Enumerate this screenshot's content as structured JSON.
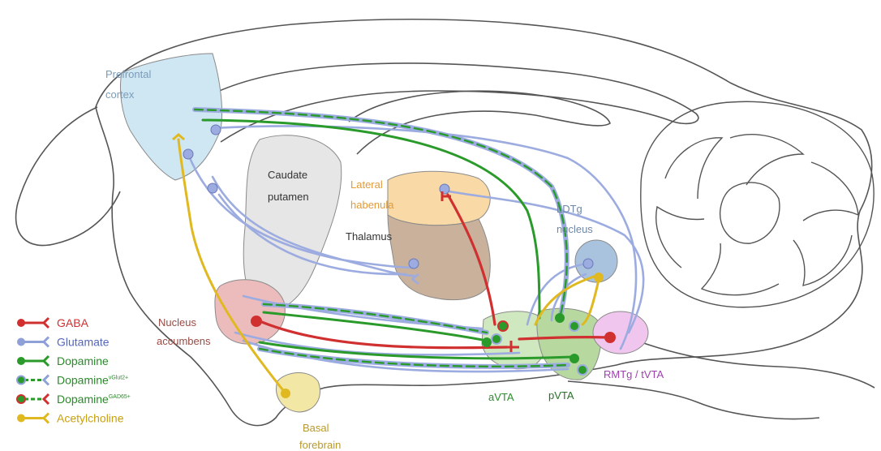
{
  "regions": {
    "prefrontal": [
      "Prefrontal",
      "cortex"
    ],
    "caudate": [
      "Caudate",
      "putamen"
    ],
    "lateral_habenula": [
      "Lateral",
      "habenula"
    ],
    "thalamus": "Thalamus",
    "ldtg": [
      "LDTg",
      "nucleus"
    ],
    "nucleus_accumbens": [
      "Nucleus",
      "accumbens"
    ],
    "basal_forebrain": [
      "Basal",
      "forebrain"
    ],
    "avta": "aVTA",
    "pvta": "pVTA",
    "rmtg": "RMTg / tVTA"
  },
  "region_colors": {
    "prefrontal": "#cfe6f3",
    "caudate": "#e6e6e6",
    "lateral_habenula": "#f9d9a6",
    "thalamus": "#c9b19b",
    "ldtg": "#a9c3de",
    "nucleus_accumbens": "#ecbcbd",
    "basal_forebrain": "#f3e7a6",
    "avta": "#cfe8bf",
    "pvta": "#b7d9a0",
    "rmtg": "#f0c6ee"
  },
  "label_colors": {
    "prefrontal": "#7a9cb8",
    "caudate": "#333333",
    "lateral_habenula": "#e19b3a",
    "thalamus": "#333333",
    "ldtg": "#6f88a8",
    "nucleus_accumbens": "#9a4a44",
    "basal_forebrain": "#b89a2c",
    "avta": "#2e8b2e",
    "pvta": "#2a6f2a",
    "rmtg": "#a040b0"
  },
  "legend": [
    {
      "label": "GABA",
      "sup": "",
      "color": "#d03030",
      "color2": "#d03030",
      "icon": "gaba-connector-icon"
    },
    {
      "label": "Glutamate",
      "sup": "",
      "color": "#8fa0d8",
      "color2": "#8fa0d8",
      "icon": "glutamate-connector-icon"
    },
    {
      "label": "Dopamine",
      "sup": "",
      "color": "#2a9a2a",
      "color2": "#2a9a2a",
      "icon": "dopamine-connector-icon"
    },
    {
      "label": "Dopamine",
      "sup": "vGlut2+",
      "color": "#2a9a2a",
      "color2": "#8fa0d8",
      "icon": "dopamine-vglut2-connector-icon"
    },
    {
      "label": "Dopamine",
      "sup": "GAD65+",
      "color": "#2a9a2a",
      "color2": "#d03030",
      "icon": "dopamine-gad65-connector-icon"
    },
    {
      "label": "Acetylcholine",
      "sup": "",
      "color": "#e0b820",
      "color2": "#e0b820",
      "icon": "acetylcholine-connector-icon"
    }
  ],
  "legend_text_colors": [
    "#d03030",
    "#5566bb",
    "#2a8a2a",
    "#2a8a2a",
    "#2a8a2a",
    "#c8a010"
  ]
}
